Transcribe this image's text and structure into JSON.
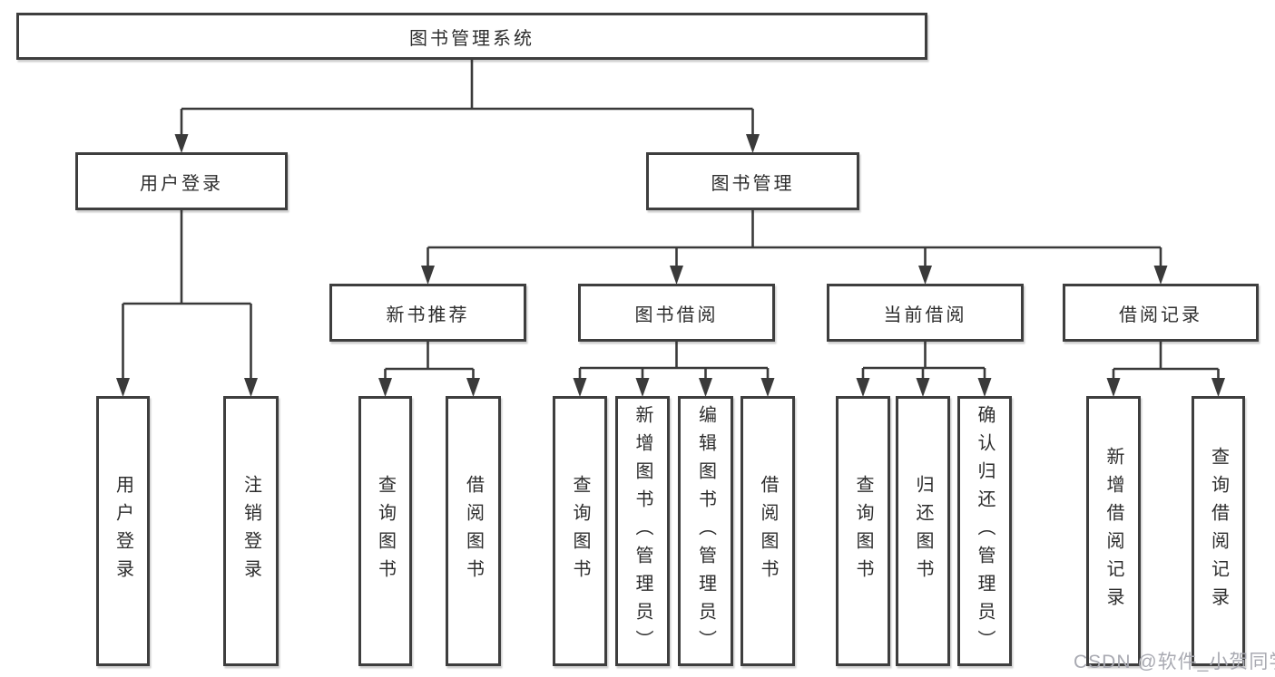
{
  "diagram": {
    "title": "图书管理系统",
    "nodes": [
      {
        "id": "root",
        "label": "图书管理系统",
        "parent": null
      },
      {
        "id": "user-login",
        "label": "用户登录",
        "parent": "root"
      },
      {
        "id": "book-mgmt",
        "label": "图书管理",
        "parent": "root"
      },
      {
        "id": "new-book-recommend",
        "label": "新书推荐",
        "parent": "book-mgmt"
      },
      {
        "id": "book-borrow",
        "label": "图书借阅",
        "parent": "book-mgmt"
      },
      {
        "id": "current-borrow",
        "label": "当前借阅",
        "parent": "book-mgmt"
      },
      {
        "id": "borrow-records",
        "label": "借阅记录",
        "parent": "book-mgmt"
      },
      {
        "id": "leaf-user-login",
        "label": "用户登录",
        "parent": "user-login"
      },
      {
        "id": "leaf-logout",
        "label": "注销登录",
        "parent": "user-login"
      },
      {
        "id": "leaf-query-book-1",
        "label": "查询图书",
        "parent": "new-book-recommend"
      },
      {
        "id": "leaf-borrow-book-1",
        "label": "借阅图书",
        "parent": "new-book-recommend"
      },
      {
        "id": "leaf-query-book-2",
        "label": "查询图书",
        "parent": "book-borrow"
      },
      {
        "id": "leaf-add-book",
        "label": "新增图书（管理员）",
        "parent": "book-borrow"
      },
      {
        "id": "leaf-edit-book",
        "label": "编辑图书（管理员）",
        "parent": "book-borrow"
      },
      {
        "id": "leaf-borrow-book-2",
        "label": "借阅图书",
        "parent": "book-borrow"
      },
      {
        "id": "leaf-query-book-3",
        "label": "查询图书",
        "parent": "current-borrow"
      },
      {
        "id": "leaf-return-book",
        "label": "归还图书",
        "parent": "current-borrow"
      },
      {
        "id": "leaf-confirm-return",
        "label": "确认归还（管理员）",
        "parent": "current-borrow"
      },
      {
        "id": "leaf-add-record",
        "label": "新增借阅记录",
        "parent": "borrow-records"
      },
      {
        "id": "leaf-query-record",
        "label": "查询借阅记录",
        "parent": "borrow-records"
      }
    ]
  },
  "watermark": "CSDN @软件_小贺同学",
  "colors": {
    "line": "#3a3a3a",
    "box_border": "#3e3e3e",
    "box_fill": "#ffffff",
    "text": "#2d2d2d",
    "watermark": "#a9aab2",
    "background": "#ffffff"
  }
}
